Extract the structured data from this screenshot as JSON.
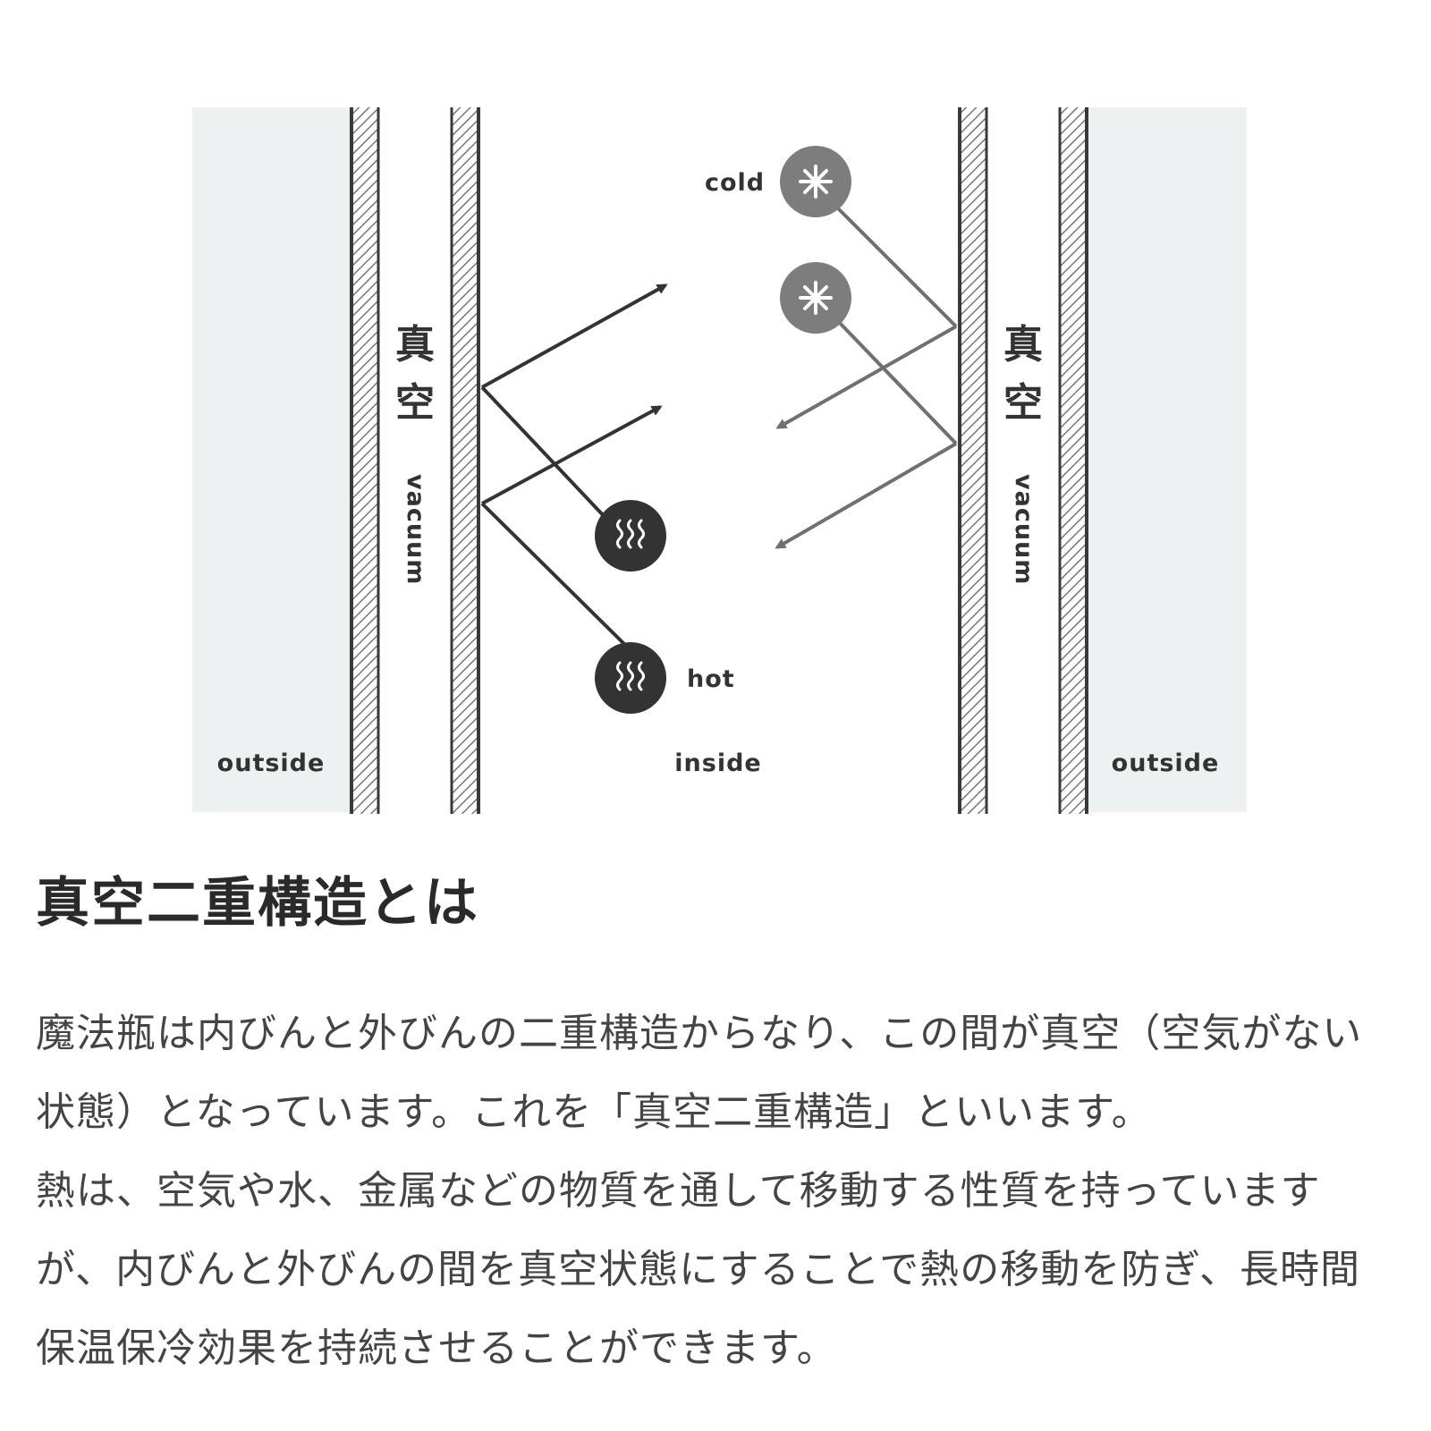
{
  "diagram": {
    "labels": {
      "cold": "cold",
      "hot": "hot",
      "inside": "inside",
      "outside_left": "outside",
      "outside_right": "outside",
      "vacuum_jp_left": [
        "真",
        "空"
      ],
      "vacuum_jp_right": [
        "真",
        "空"
      ],
      "vacuum_en_left": "vacuum",
      "vacuum_en_right": "vacuum"
    },
    "icons": {
      "cold_icon": "snowflake-icon",
      "hot_icon": "steam-icon"
    },
    "colors": {
      "outside_fill": "#eef1f2",
      "wall_stroke": "#3a3a3a",
      "hot_circle": "#333333",
      "cold_circle": "#7d7d7d",
      "hot_arrow": "#333333",
      "cold_arrow": "#707070"
    }
  },
  "content": {
    "heading": "真空二重構造とは",
    "paragraphs": [
      "魔法瓶は内びんと外びんの二重構造からなり、この間が真空（空気がない状態）となっています。これを「真空二重構造」といいます。",
      "熱は、空気や水、金属などの物質を通して移動する性質を持っていますが、内びんと外びんの間を真空状態にすることで熱の移動を防ぎ、長時間保温保冷効果を持続させることができます。"
    ]
  }
}
